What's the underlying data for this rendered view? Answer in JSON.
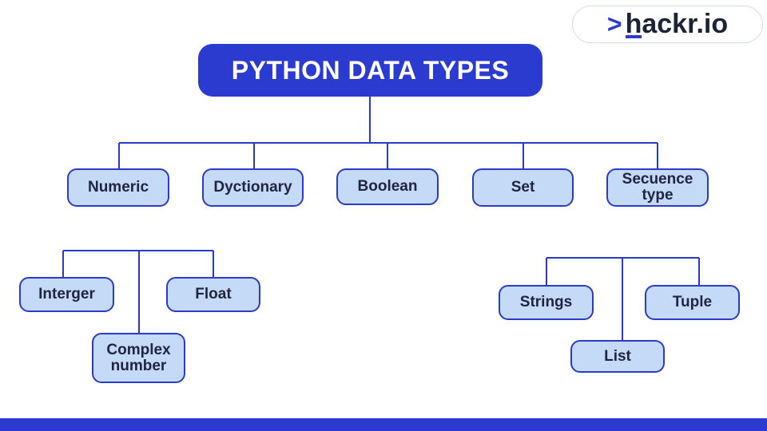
{
  "logo": {
    "chevron": ">",
    "h": "h",
    "rest": "ackr.io"
  },
  "title": "PYTHON DATA TYPES",
  "categories": {
    "numeric": "Numeric",
    "dictionary": "Dyctionary",
    "boolean": "Boolean",
    "set": "Set",
    "sequence": "Secuence type"
  },
  "numeric_children": {
    "integer": "Interger",
    "float": "Float",
    "complex": "Complex number"
  },
  "sequence_children": {
    "strings": "Strings",
    "tuple": "Tuple",
    "list": "List"
  },
  "colors": {
    "primary": "#2b3bd0",
    "node_fill": "#c5daf6",
    "text": "#1f2440"
  }
}
